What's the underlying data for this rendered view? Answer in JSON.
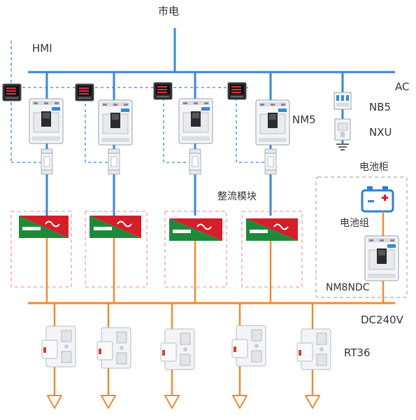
{
  "labels": {
    "grid": "市电",
    "hmi": "HMI",
    "ac": "AC",
    "nb5": "NB5",
    "nxu": "NXU",
    "nm5": "NM5",
    "rectifier_module": "整流模块",
    "battery_cabinet": "电池柜",
    "battery_pack": "电池组",
    "nm8ndc": "NM8NDC",
    "dc240v": "DC240V",
    "rt36": "RT36"
  },
  "colors": {
    "ac_bus": "#3a86d8",
    "dc_bus": "#f08a33",
    "hmi_link": "#3a86d8",
    "rectifier_red": "#d41f2b",
    "rectifier_green": "#1d8a3a",
    "module_border": "#f0a0a8",
    "cabinet_border": "#aaaaaa",
    "battery": "#2f7fd8"
  },
  "icons": {
    "meter": "power-meter-icon",
    "breaker": "molded-case-breaker-icon",
    "ct": "current-transformer-icon",
    "rectifier": "ac-dc-rectifier-icon",
    "battery": "battery-icon",
    "fuse": "fuse-holder-icon",
    "load": "load-arrow-icon",
    "ground": "ground-icon"
  }
}
